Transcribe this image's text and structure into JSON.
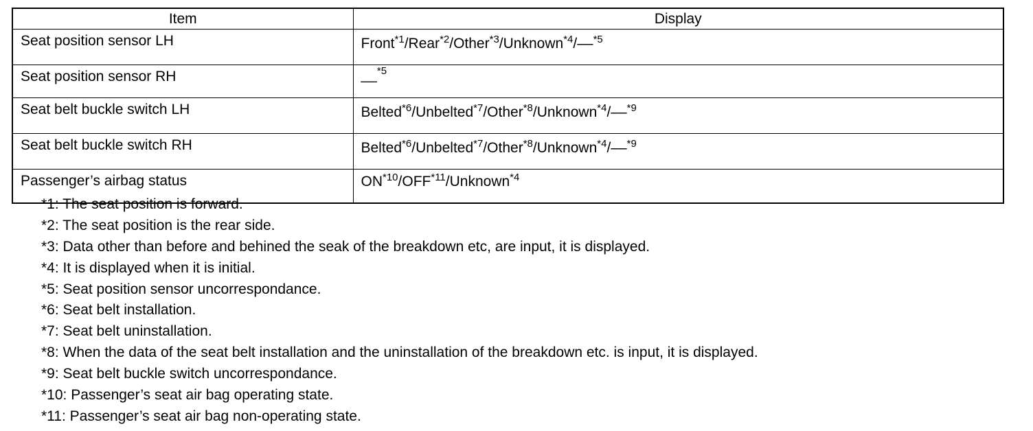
{
  "table": {
    "headers": [
      "Item",
      "Display"
    ],
    "rows": [
      {
        "item": "Seat position sensor LH",
        "display": [
          {
            "text": "Front",
            "sup": "*1"
          },
          {
            "text": "/Rear",
            "sup": "*2"
          },
          {
            "text": "/Other",
            "sup": "*3"
          },
          {
            "text": "/Unknown",
            "sup": "*4"
          },
          {
            "text": "/––",
            "sup": "*5"
          }
        ]
      },
      {
        "item": "Seat position sensor RH",
        "display": [
          {
            "text": "__",
            "sup": "*5"
          }
        ]
      },
      {
        "item": "Seat belt buckle switch LH",
        "display": [
          {
            "text": "Belted",
            "sup": "*6"
          },
          {
            "text": "/Unbelted",
            "sup": "*7"
          },
          {
            "text": "/Other",
            "sup": "*8"
          },
          {
            "text": "/Unknown",
            "sup": "*4"
          },
          {
            "text": "/––",
            "sup": "*9"
          }
        ]
      },
      {
        "item": "Seat belt buckle switch RH",
        "display": [
          {
            "text": "Belted",
            "sup": "*6"
          },
          {
            "text": "/Unbelted",
            "sup": "*7"
          },
          {
            "text": "/Other",
            "sup": "*8"
          },
          {
            "text": "/Unknown",
            "sup": "*4"
          },
          {
            "text": "/––",
            "sup": "*9"
          }
        ]
      },
      {
        "item": "Passenger’s airbag status",
        "display": [
          {
            "text": "ON",
            "sup": "*10"
          },
          {
            "text": "/OFF",
            "sup": "*11"
          },
          {
            "text": "/Unknown",
            "sup": "*4"
          }
        ]
      }
    ]
  },
  "notes": [
    "*1: The seat position is forward.",
    "*2: The seat position is the rear side.",
    "*3: Data other than before and behined the seak of the breakdown etc, are input, it is displayed.",
    "*4: It is displayed when it is initial.",
    "*5: Seat position sensor uncorrespondance.",
    "*6: Seat belt installation.",
    "*7: Seat belt uninstallation.",
    "*8: When the data of the seat belt installation and the uninstallation of the breakdown etc. is input, it is displayed.",
    "*9: Seat belt buckle switch uncorrespondance.",
    "*10: Passenger’s seat air bag operating state.",
    "*11: Passenger’s seat air bag non-operating state."
  ]
}
